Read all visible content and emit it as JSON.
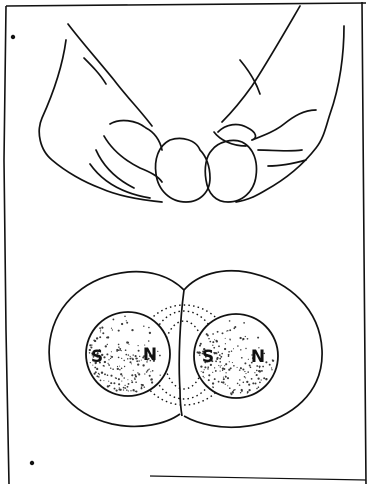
{
  "figure": {
    "left_magnet": {
      "pole_left": "S",
      "pole_right": "N"
    },
    "right_magnet": {
      "pole_left": "S",
      "pole_right": "N"
    }
  },
  "colors": {
    "ink": "#111111",
    "paper": "#ffffff",
    "stipple": "#3a3a3a"
  }
}
